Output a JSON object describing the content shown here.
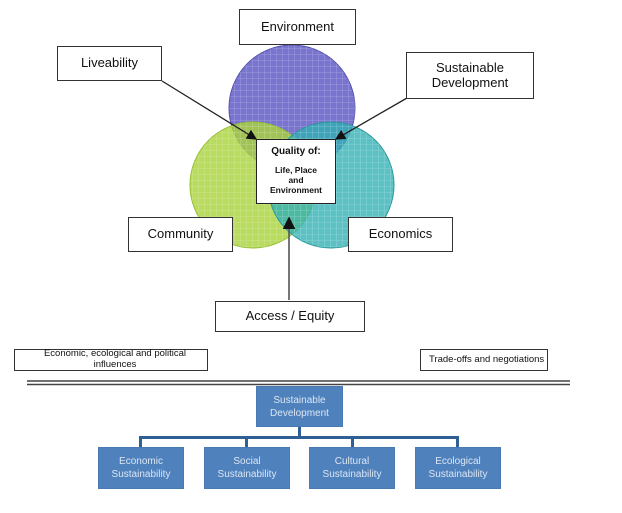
{
  "venn": {
    "circles": [
      {
        "name": "Environment",
        "color": "#6a66c9"
      },
      {
        "name": "Community",
        "color": "#a9d33c"
      },
      {
        "name": "Economics",
        "color": "#33b5b5"
      }
    ],
    "center": {
      "title": "Quality of:",
      "body": "Life, Place\nand\nEnvironment"
    }
  },
  "labels": {
    "environment": "Environment",
    "liveability": "Liveability",
    "sustainable_development": "Sustainable\nDevelopment",
    "community": "Community",
    "economics": "Economics",
    "access_equity": "Access / Equity"
  },
  "influences": {
    "left": "Economic, ecological and political influences",
    "right": "Trade-offs and negotiations"
  },
  "org_chart": {
    "root": "Sustainable\nDevelopment",
    "children": [
      "Economic\nSustainability",
      "Social\nSustainability",
      "Cultural\nSustainability",
      "Ecological\nSustainability"
    ],
    "box_color": "#4f81bd",
    "connector_color": "#2f5f93"
  }
}
